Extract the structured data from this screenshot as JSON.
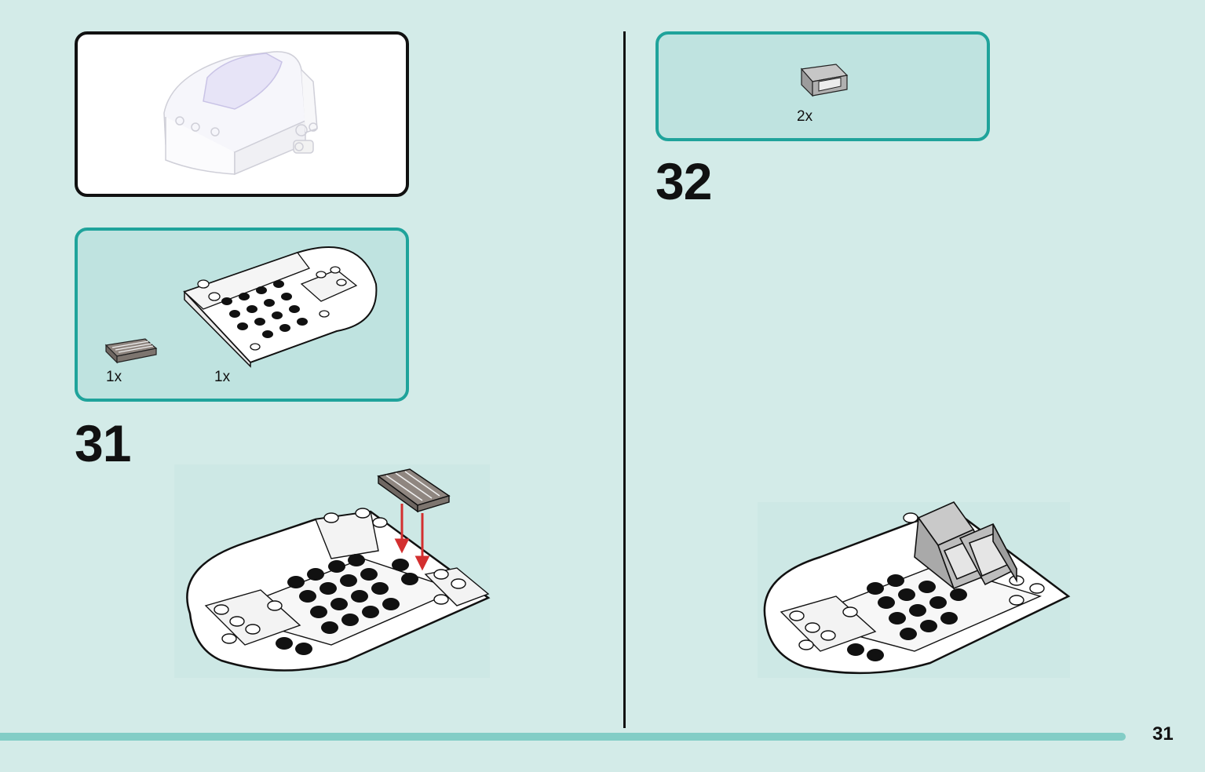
{
  "step31": {
    "number": "31",
    "parts": [
      {
        "qty": "1x",
        "icon": "grille-tile-icon"
      },
      {
        "qty": "1x",
        "icon": "hull-assembly-icon"
      }
    ]
  },
  "step32": {
    "number": "32",
    "parts": [
      {
        "qty": "2x",
        "icon": "bracket-slope-icon"
      }
    ]
  },
  "page_number": "31",
  "colors": {
    "background": "#d3ebe8",
    "accent": "#1fa39b",
    "parts_fill": "#bfe3e0",
    "footer_bar": "#82cdc6",
    "arrow": "#d32f2f"
  }
}
